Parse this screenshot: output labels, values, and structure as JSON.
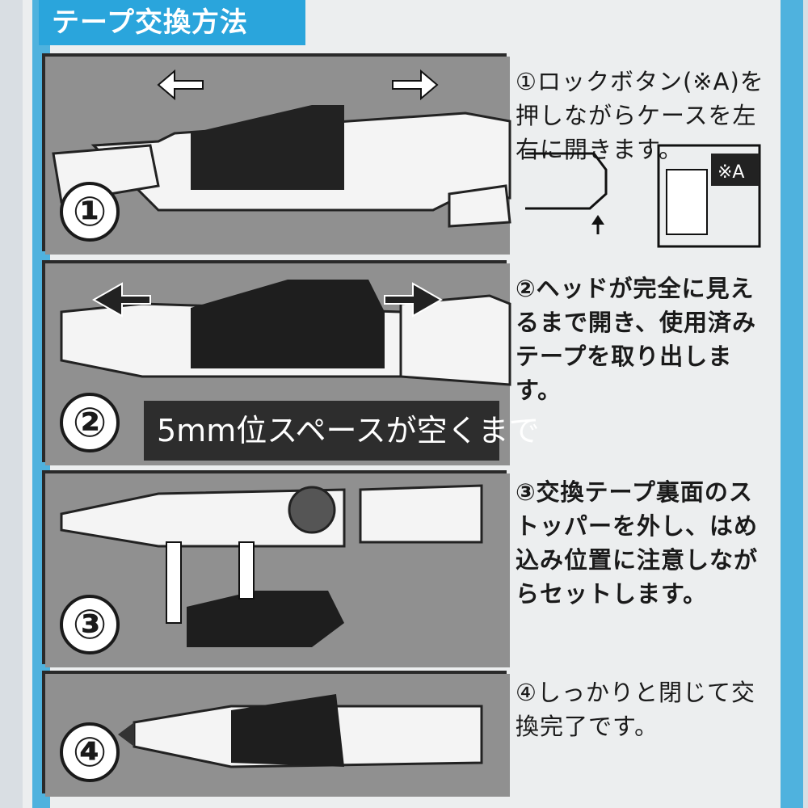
{
  "title": "テープ交換方法",
  "steps": [
    {
      "num": "①",
      "text": "①ロックボタン(※A)を押しながらケースを左右に開きます。"
    },
    {
      "num": "②",
      "text": "②ヘッドが完全に見えるまで開き、使用済みテープを取り出します。",
      "caption": "5mm位スペースが空くまで"
    },
    {
      "num": "③",
      "text": "③交換テープ裏面のストッパーを外し、はめ込み位置に注意しながらセットします。"
    },
    {
      "num": "④",
      "text": "④しっかりと閉じて交換完了です。"
    }
  ],
  "diagram_label": "※A",
  "colors": {
    "title_bg": "#2aa5dc",
    "panel_bg": "#8e8e8e",
    "edge_blue": "#4fb2de"
  }
}
